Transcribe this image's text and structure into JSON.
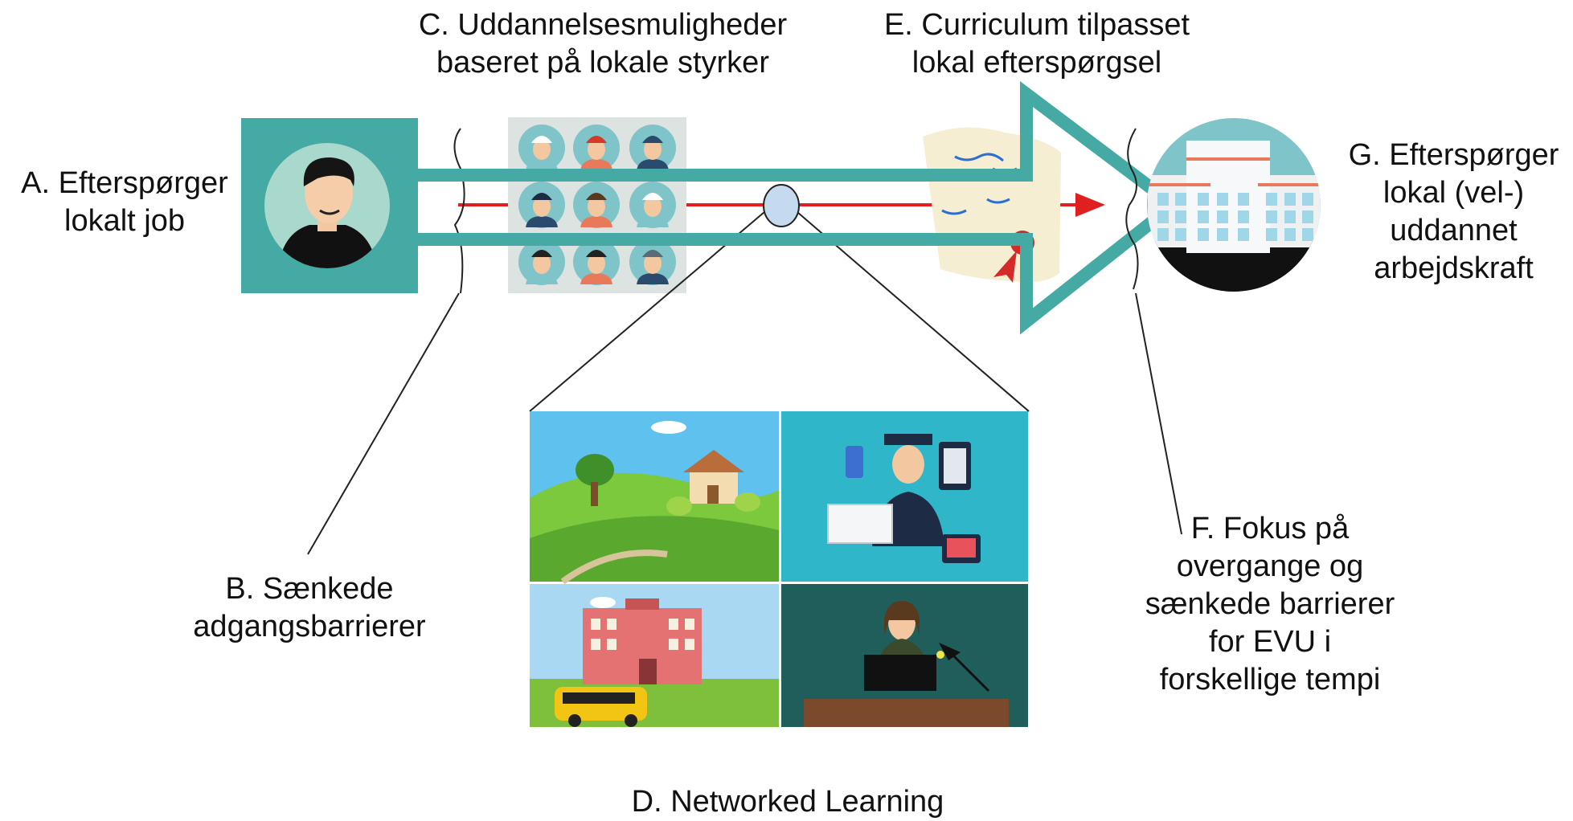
{
  "labels": {
    "a": [
      "A. Efterspørger",
      "lokalt job"
    ],
    "b": [
      "B. Sænkede",
      "adgangsbarrierer"
    ],
    "c": [
      "C. Uddannelsesmuligheder",
      "baseret på lokale styrker"
    ],
    "d": [
      "D. Networked Learning"
    ],
    "e": [
      "E. Curriculum tilpasset",
      "lokal efterspørgsel"
    ],
    "f": [
      "F. Fokus på",
      "overgange og",
      "sænkede barrierer",
      "for EVU i",
      "forskellige tempi"
    ],
    "g": [
      "G. Efterspørger",
      "lokal (vel-)",
      "uddannet",
      "arbejdskraft"
    ]
  },
  "colors": {
    "teal": "#45a9a4",
    "red": "#e02020",
    "node": "#c5d9ef"
  },
  "icons": {
    "person": "person-portrait-icon",
    "professions": "professions-grid-icon",
    "curriculum": "diploma-scroll-icon",
    "building": "office-building-icon",
    "networked": [
      "countryside-school-scene",
      "graduate-technology-scene",
      "school-bus-scene",
      "online-teacher-scene"
    ]
  }
}
